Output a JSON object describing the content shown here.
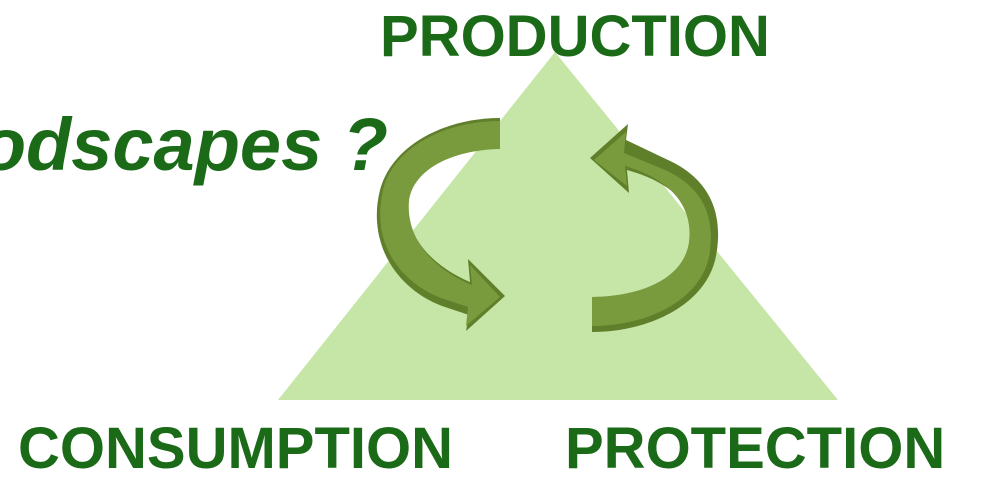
{
  "colors": {
    "text_green": "#1b6a18",
    "triangle_fill": "#c6e6a8",
    "arrow_fill": "#7a9a3e",
    "arrow_shadow": "#5f7f2a"
  },
  "heading": {
    "visible_text": "odscapes ?"
  },
  "labels": {
    "top": "PRODUCTION",
    "bottom_left": "CONSUMPTION",
    "bottom_right": "PROTECTION"
  }
}
